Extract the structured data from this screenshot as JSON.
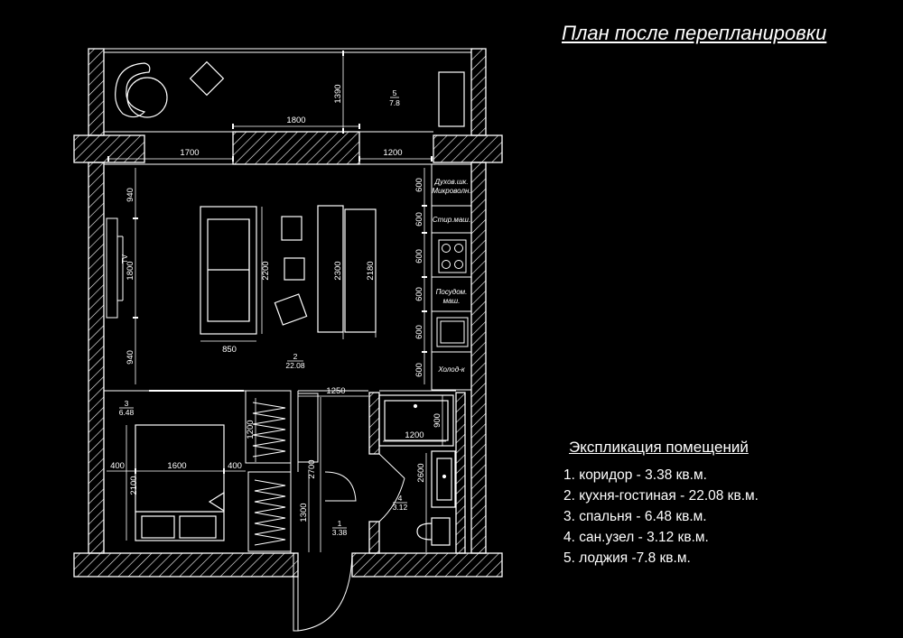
{
  "title": "План после перепланировки",
  "legend": {
    "heading": "Экспликация помещений",
    "items": [
      "1. коридор - 3.38 кв.м.",
      "2. кухня-гостиная - 22.08 кв.м.",
      "3. спальня - 6.48 кв.м.",
      "4. сан.узел - 3.12 кв.м.",
      "5. лоджия -7.8 кв.м."
    ]
  },
  "rooms": {
    "r1": {
      "num": "1",
      "area": "3.38"
    },
    "r2": {
      "num": "2",
      "area": "22.08"
    },
    "r3": {
      "num": "3",
      "area": "6.48"
    },
    "r4": {
      "num": "4",
      "area": "3.12"
    },
    "r5": {
      "num": "5",
      "area": "7.8"
    }
  },
  "dims": {
    "d1390": "1390",
    "d1800a": "1800",
    "d1700": "1700",
    "d1200a": "1200",
    "d940a": "940",
    "d1800b": "1800",
    "d940b": "940",
    "d2200": "2200",
    "d2300": "2300",
    "d2180": "2180",
    "d850": "850",
    "d600a": "600",
    "d600b": "600",
    "d600c": "600",
    "d600d": "600",
    "d600e": "600",
    "d600f": "600",
    "d1250": "1250",
    "d1200b": "1200",
    "d900": "900",
    "d1200c": "1200",
    "d400a": "400",
    "d1600": "1600",
    "d400b": "400",
    "d2100": "2100",
    "d2700": "2700",
    "d1300": "1300",
    "d2600": "2600"
  },
  "labels": {
    "tv": "TV",
    "oven": "Духов.шк.",
    "micro": "Микроволн.",
    "washer": "Стир.маш.",
    "dish1": "Посудом.",
    "dish2": "маш.",
    "fridge": "Холод-к"
  }
}
